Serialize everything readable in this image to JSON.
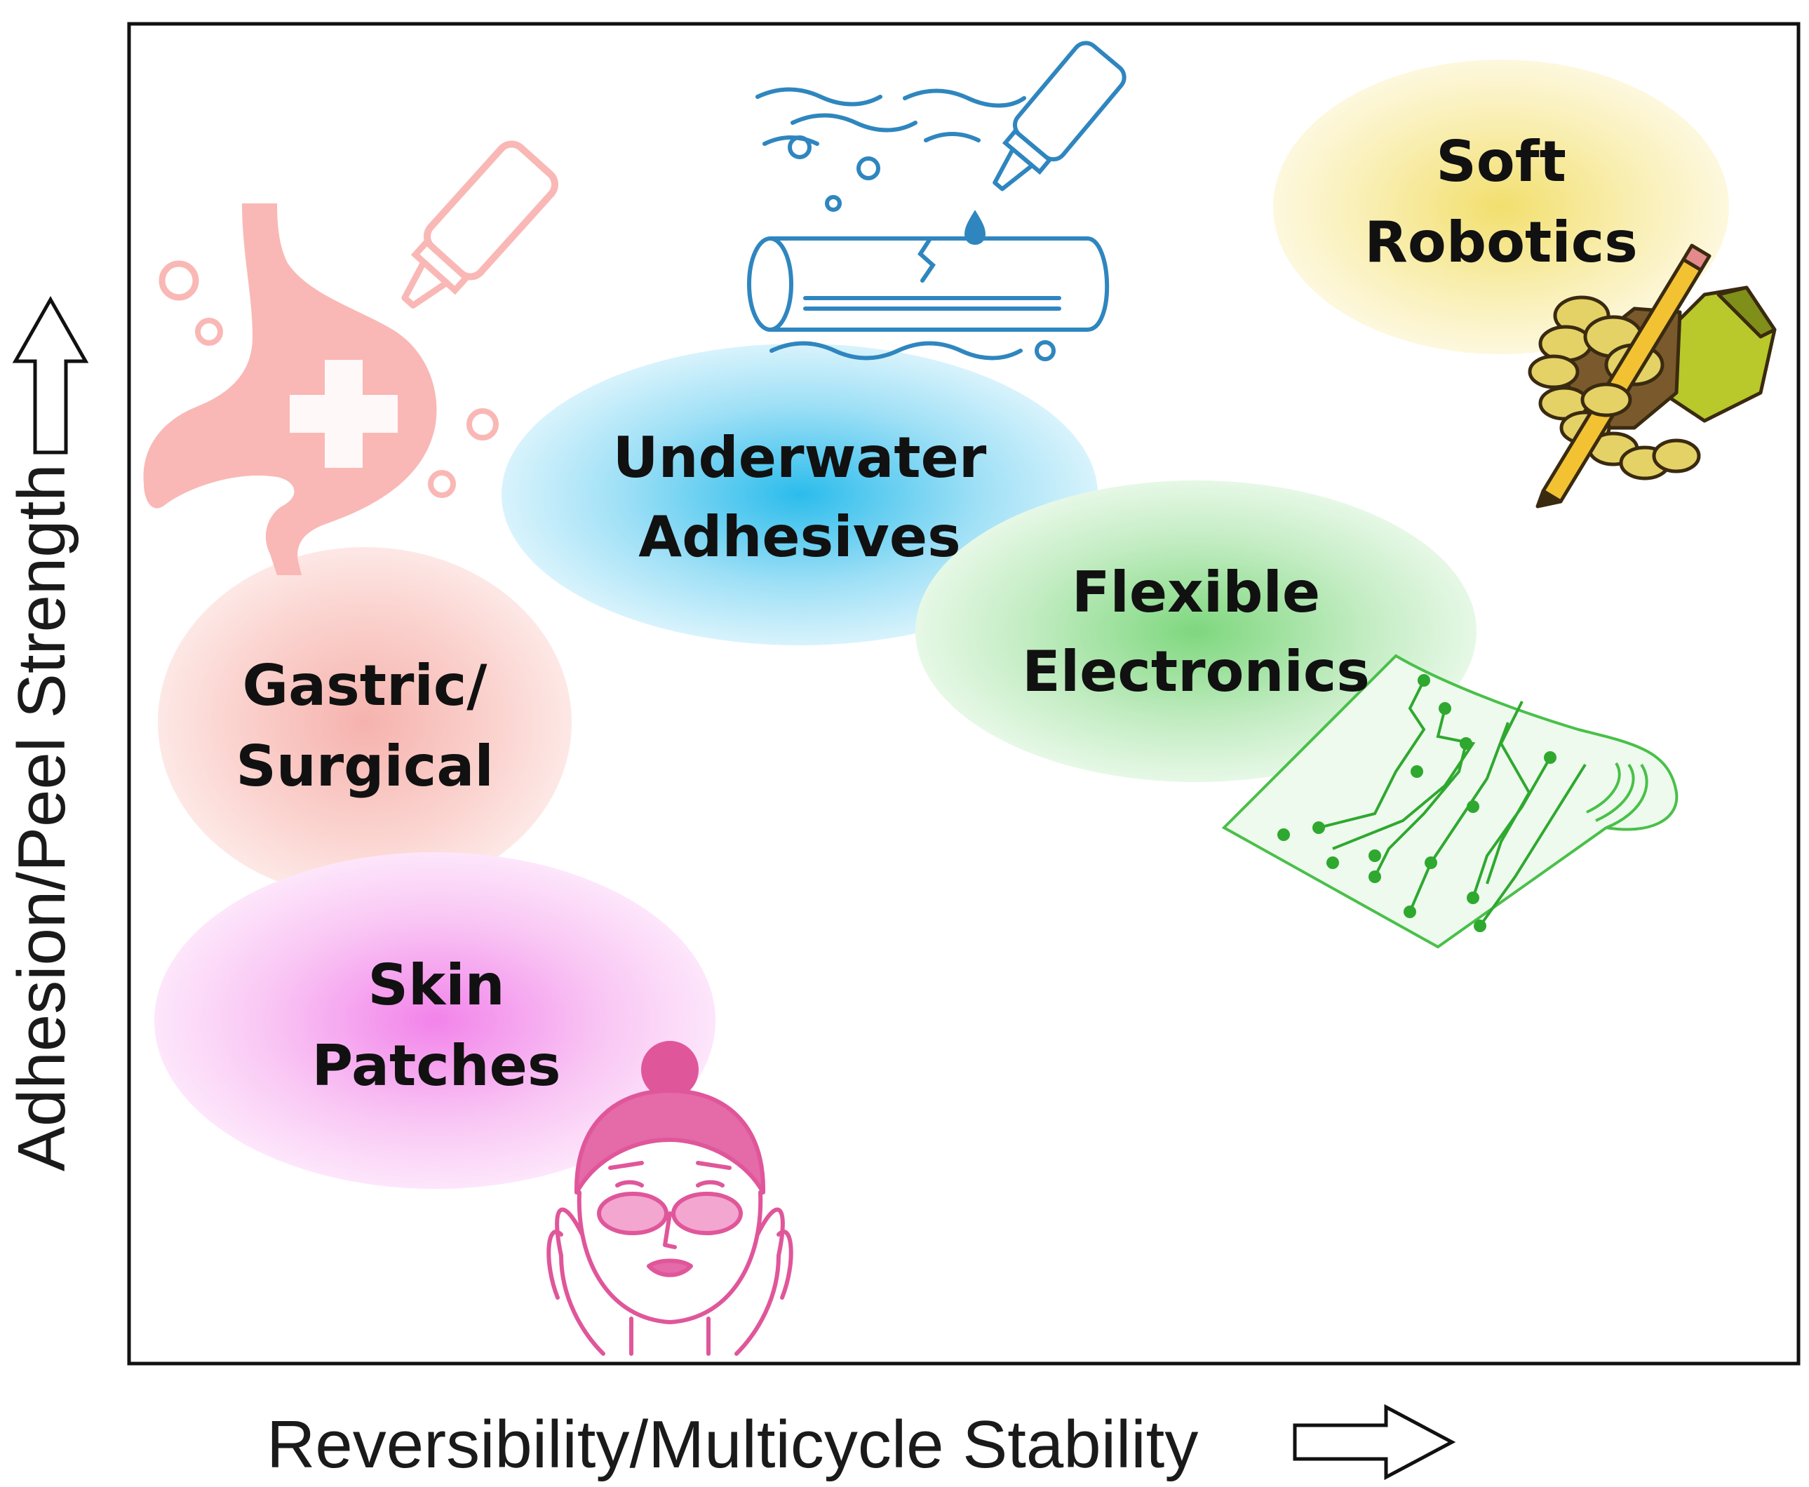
{
  "axes": {
    "x_label": "Reversibility/Multicycle Stability",
    "y_label": "Adhesion/Peel Strength"
  },
  "applications": [
    {
      "key": "gastric",
      "line1": "Gastric/",
      "line2": "Surgical",
      "icon": "stomach-glue-icon",
      "color": "#f6b8b3"
    },
    {
      "key": "skin",
      "line1": "Skin",
      "line2": "Patches",
      "icon": "face-patch-icon",
      "color": "#f28ee6"
    },
    {
      "key": "underwater",
      "line1": "Underwater",
      "line2": "Adhesives",
      "icon": "pipe-glue-icon",
      "color": "#33c2ee"
    },
    {
      "key": "flexible",
      "line1": "Flexible",
      "line2": "Electronics",
      "icon": "circuit-sheet-icon",
      "color": "#7dd97d"
    },
    {
      "key": "soft",
      "line1": "Soft",
      "line2": "Robotics",
      "icon": "robot-hand-icon",
      "color": "#f3e27a"
    }
  ]
}
